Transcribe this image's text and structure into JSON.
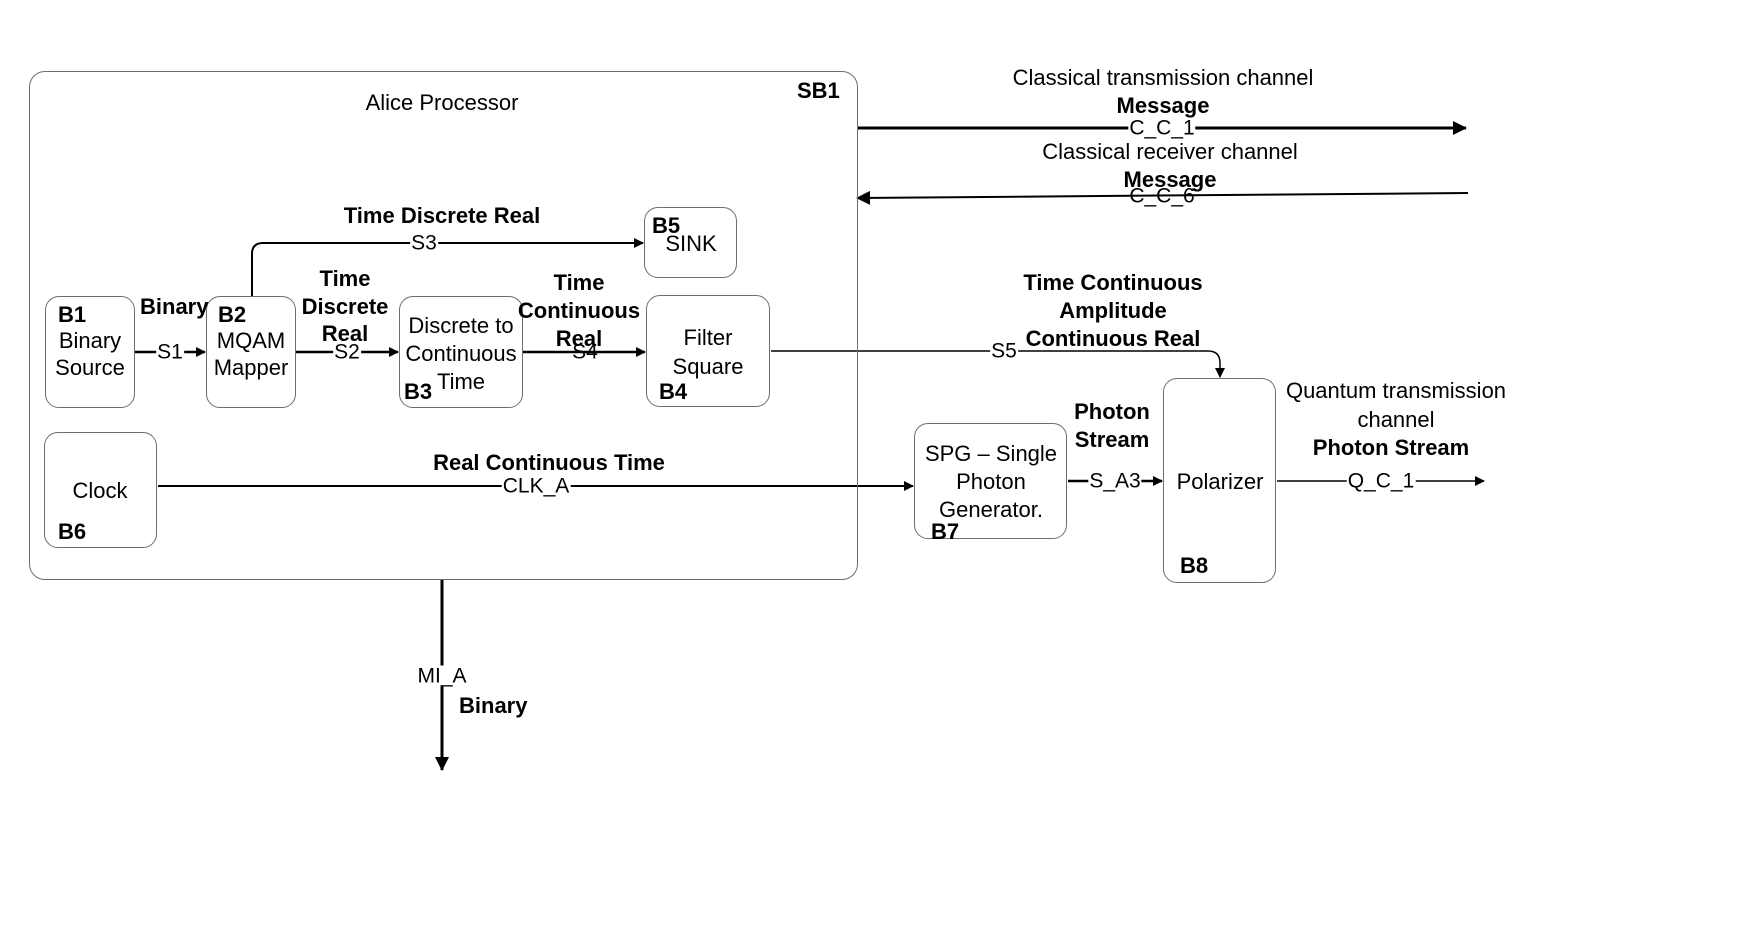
{
  "superblock": {
    "id": "SB1",
    "title": "Alice Processor"
  },
  "blocks": {
    "b1": {
      "id": "B1",
      "label_line1": "Binary",
      "label_line2": "Source"
    },
    "b2": {
      "id": "B2",
      "label_line1": "MQAM",
      "label_line2": "Mapper"
    },
    "b3": {
      "id": "B3",
      "label_line1": "Discrete to",
      "label_line2": "Continuous",
      "label_line3": "Time"
    },
    "b4": {
      "id": "B4",
      "label_line1": "Filter",
      "label_line2": "Square"
    },
    "b5": {
      "id": "B5",
      "label_line1": "SINK"
    },
    "b6": {
      "id": "B6",
      "label_line1": "Clock"
    },
    "b7": {
      "id": "B7",
      "label_line1": "SPG – Single",
      "label_line2": "Photon",
      "label_line3": "Generator."
    },
    "b8": {
      "id": "B8",
      "label_line1": "Polarizer"
    }
  },
  "signals": {
    "s1": {
      "name": "S1",
      "type": "Binary"
    },
    "s2": {
      "name": "S2",
      "type_line1": "Time",
      "type_line2": "Discrete",
      "type_line3": "Real"
    },
    "s3": {
      "name": "S3",
      "type": "Time Discrete Real"
    },
    "s4": {
      "name": "S4",
      "type_line1": "Time",
      "type_line2": "Continuous",
      "type_line3": "Real"
    },
    "s5": {
      "name": "S5",
      "type_line1": "Time Continuous",
      "type_line2": "Amplitude",
      "type_line3": "Continuous Real"
    },
    "clk": {
      "name": "CLK_A",
      "type": "Real Continuous Time"
    },
    "sa3": {
      "name": "S_A3",
      "type_line1": "Photon",
      "type_line2": "Stream"
    },
    "mi": {
      "name": "MI_A",
      "type": "Binary"
    }
  },
  "channels": {
    "cc1": {
      "title": "Classical transmission channel",
      "type": "Message",
      "name": "C_C_1"
    },
    "cc6": {
      "title": "Classical receiver channel",
      "type": "Message",
      "name": "C_C_6"
    },
    "qc1": {
      "title_line1": "Quantum transmission",
      "title_line2": "channel",
      "type": "Photon Stream",
      "name": "Q_C_1"
    }
  }
}
